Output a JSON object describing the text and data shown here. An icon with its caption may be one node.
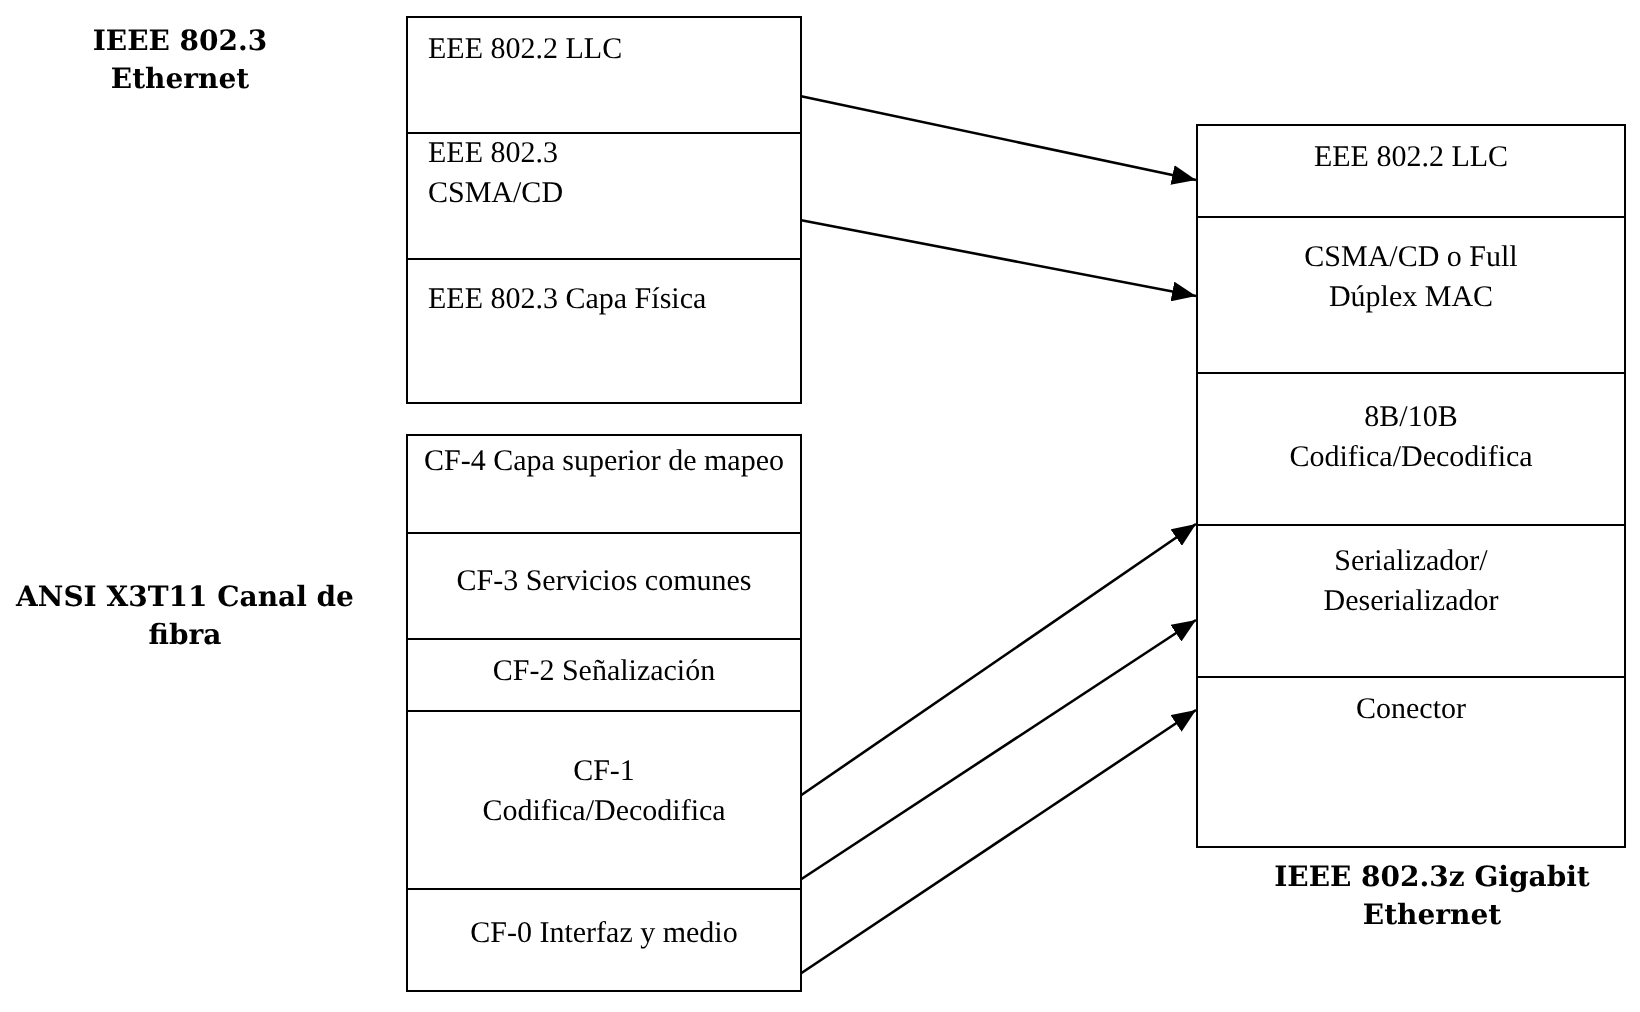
{
  "diagram": {
    "nodes": [
      {
        "text": [
          "EEE 802.2 LLC"
        ]
      },
      {
        "text": [
          "EEE 802.3 CSMA/CD"
        ]
      },
      {
        "text": [
          "EEE 802.3 Capa Física"
        ]
      },
      {
        "text": [
          "CF-4 Capa superior de mapeo"
        ]
      },
      {
        "text": [
          "CF-3 Servicios comunes"
        ]
      },
      {
        "text": [
          "CF-2 Señalización"
        ]
      },
      {
        "text": [
          "CF-1 Codifica/Decodifica"
        ]
      },
      {
        "text": [
          "CF-0 Interfaz y medio"
        ]
      },
      {
        "text": [
          "EEE 802.2 LLC"
        ]
      },
      {
        "text": [
          "CSMA/CD o Full Dúplex MAC"
        ]
      },
      {
        "text": [
          "8B/10B Codifica/Decodifica"
        ]
      },
      {
        "text": [
          "Serializador/ Deserializador"
        ]
      },
      {
        "text": [
          "Conector"
        ]
      }
    ],
    "edges": [
      {
        "from": 0,
        "to": 8,
        "arrow": "to"
      },
      {
        "from": 1,
        "to": 9,
        "arrow": "to"
      },
      {
        "from": 6,
        "to": 10,
        "arrow": "to"
      },
      {
        "from": 6,
        "to": 11,
        "arrow": "to"
      },
      {
        "from": 7,
        "to": 12,
        "arrow": "to"
      }
    ],
    "labels": [
      "IEEE 802.3 Ethernet",
      "ANSI X3T11 Canal de fibra",
      "IEEE 802.3z Gigabit Ethernet"
    ]
  }
}
